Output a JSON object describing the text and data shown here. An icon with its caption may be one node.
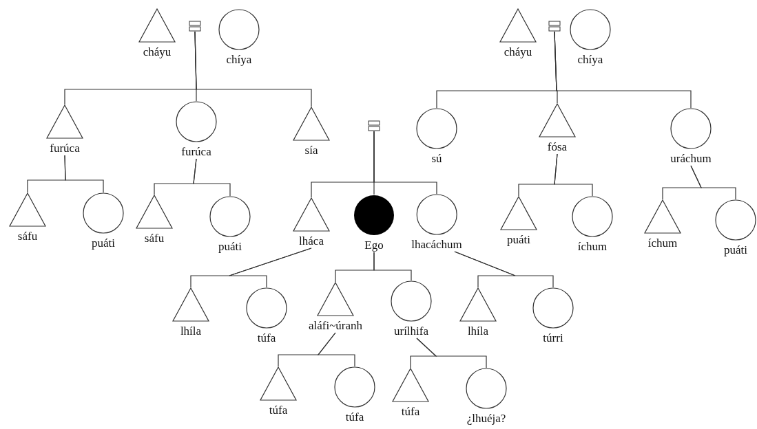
{
  "diagram": {
    "nodes": [
      {
        "text": [],
        "shape": "triangle",
        "beside": [
          "cháyu"
        ]
      },
      {
        "text": [],
        "shape": "equals"
      },
      {
        "text": [],
        "shape": "circle",
        "beside": [
          "chíya"
        ]
      },
      {
        "text": [],
        "shape": "triangle",
        "beside": [
          "cháyu"
        ]
      },
      {
        "text": [],
        "shape": "equals"
      },
      {
        "text": [],
        "shape": "circle",
        "beside": [
          "chíya"
        ]
      },
      {
        "text": [],
        "shape": "triangle",
        "beside": [
          "furúca"
        ]
      },
      {
        "text": [],
        "shape": "circle",
        "beside": [
          "furúca"
        ]
      },
      {
        "text": [],
        "shape": "triangle",
        "beside": [
          "sía"
        ]
      },
      {
        "text": [],
        "shape": "equals"
      },
      {
        "text": [],
        "shape": "circle",
        "beside": [
          "sú"
        ]
      },
      {
        "text": [],
        "shape": "triangle",
        "beside": [
          "fósa"
        ]
      },
      {
        "text": [],
        "shape": "circle",
        "beside": [
          "uráchum"
        ]
      },
      {
        "text": [],
        "shape": "triangle",
        "beside": [
          "sáfu"
        ]
      },
      {
        "text": [],
        "shape": "circle",
        "beside": [
          "puáti"
        ]
      },
      {
        "text": [],
        "shape": "triangle",
        "beside": [
          "sáfu"
        ]
      },
      {
        "text": [],
        "shape": "circle",
        "beside": [
          "puáti"
        ]
      },
      {
        "text": [],
        "shape": "triangle",
        "beside": [
          "lháca"
        ]
      },
      {
        "text": [],
        "shape": "disc",
        "beside": [
          "Ego"
        ]
      },
      {
        "text": [],
        "shape": "circle",
        "beside": [
          "lhacáchum"
        ]
      },
      {
        "text": [],
        "shape": "triangle",
        "beside": [
          "puáti"
        ]
      },
      {
        "text": [],
        "shape": "circle",
        "beside": [
          "íchum"
        ]
      },
      {
        "text": [],
        "shape": "triangle",
        "beside": [
          "íchum"
        ]
      },
      {
        "text": [],
        "shape": "circle",
        "beside": [
          "puáti"
        ]
      },
      {
        "text": [],
        "shape": "triangle",
        "beside": [
          "lhíla"
        ]
      },
      {
        "text": [],
        "shape": "circle",
        "beside": [
          "túfa"
        ]
      },
      {
        "text": [],
        "shape": "triangle",
        "beside": [
          "aláfi~úranh"
        ]
      },
      {
        "text": [],
        "shape": "circle",
        "beside": [
          "urílhifa"
        ]
      },
      {
        "text": [],
        "shape": "triangle",
        "beside": [
          "lhíla"
        ]
      },
      {
        "text": [],
        "shape": "circle",
        "beside": [
          "túrri"
        ]
      },
      {
        "text": [],
        "shape": "triangle",
        "beside": [
          "túfa"
        ]
      },
      {
        "text": [],
        "shape": "circle",
        "beside": [
          "túfa"
        ]
      },
      {
        "text": [],
        "shape": "triangle",
        "beside": [
          "túfa"
        ]
      },
      {
        "text": [],
        "shape": "circle",
        "beside": [
          "¿lhuéja?"
        ]
      }
    ],
    "edges": [
      {
        "from": 1,
        "to": 6,
        "arrow": "none"
      },
      {
        "from": 1,
        "to": 7,
        "arrow": "none"
      },
      {
        "from": 1,
        "to": 8,
        "arrow": "none"
      },
      {
        "from": 4,
        "to": 10,
        "arrow": "none"
      },
      {
        "from": 4,
        "to": 11,
        "arrow": "none"
      },
      {
        "from": 4,
        "to": 12,
        "arrow": "none"
      },
      {
        "from": 9,
        "to": 17,
        "arrow": "none"
      },
      {
        "from": 9,
        "to": 18,
        "arrow": "none"
      },
      {
        "from": 9,
        "to": 19,
        "arrow": "none"
      },
      {
        "from": 6,
        "to": 13,
        "arrow": "none"
      },
      {
        "from": 6,
        "to": 14,
        "arrow": "none"
      },
      {
        "from": 7,
        "to": 15,
        "arrow": "none"
      },
      {
        "from": 7,
        "to": 16,
        "arrow": "none"
      },
      {
        "from": 11,
        "to": 20,
        "arrow": "none"
      },
      {
        "from": 11,
        "to": 21,
        "arrow": "none"
      },
      {
        "from": 12,
        "to": 22,
        "arrow": "none"
      },
      {
        "from": 12,
        "to": 23,
        "arrow": "none"
      },
      {
        "from": 17,
        "to": 24,
        "arrow": "none"
      },
      {
        "from": 17,
        "to": 25,
        "arrow": "none"
      },
      {
        "from": 18,
        "to": 26,
        "arrow": "none"
      },
      {
        "from": 18,
        "to": 27,
        "arrow": "none"
      },
      {
        "from": 19,
        "to": 28,
        "arrow": "none"
      },
      {
        "from": 19,
        "to": 29,
        "arrow": "none"
      },
      {
        "from": 26,
        "to": 30,
        "arrow": "none"
      },
      {
        "from": 26,
        "to": 31,
        "arrow": "none"
      },
      {
        "from": 27,
        "to": 32,
        "arrow": "none"
      },
      {
        "from": 27,
        "to": 33,
        "arrow": "none"
      }
    ]
  }
}
